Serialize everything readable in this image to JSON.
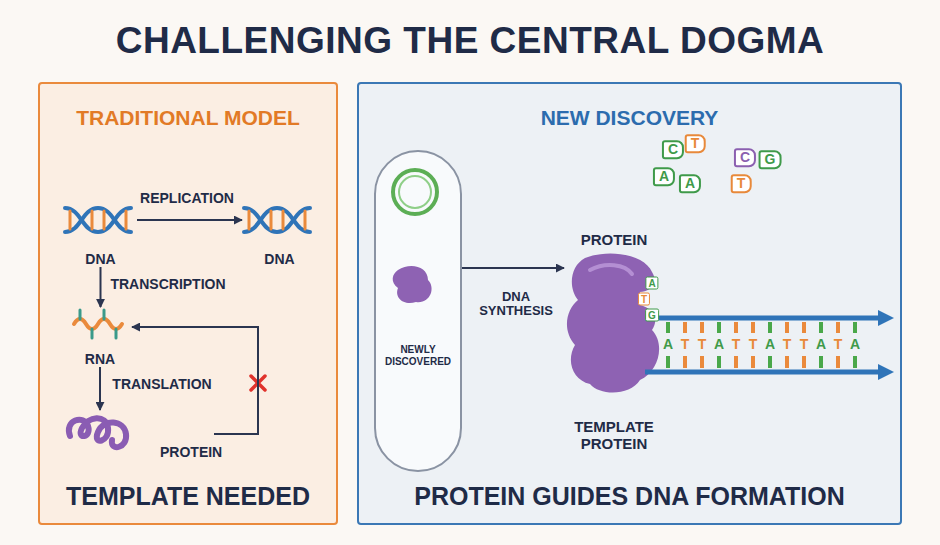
{
  "diagram": {
    "title": "CHALLENGING THE CENTRAL DOGMA",
    "nodes": [
      {
        "text": [
          "TRADITIONAL MODEL",
          "TEMPLATE NEEDED"
        ]
      },
      {
        "text": [
          "DNA"
        ],
        "in": 0
      },
      {
        "text": [
          "DNA"
        ],
        "in": 0
      },
      {
        "text": [
          "RNA"
        ],
        "in": 0
      },
      {
        "text": [
          "PROTEIN"
        ],
        "in": 0
      },
      {
        "text": [
          "NEW DISCOVERY",
          "PROTEIN GUIDES DNA FORMATION"
        ]
      },
      {
        "text": [
          "NEWLY DISCOVERED"
        ],
        "in": 5
      },
      {
        "text": [
          "PROTEIN",
          "TEMPLATE PROTEIN"
        ],
        "in": 5
      }
    ],
    "edges": [
      {
        "from": 1,
        "to": 2,
        "label": "REPLICATION",
        "arrow": "to"
      },
      {
        "from": 1,
        "to": 3,
        "label": "TRANSCRIPTION",
        "arrow": "to"
      },
      {
        "from": 3,
        "to": 4,
        "label": "TRANSLATION",
        "arrow": "to"
      },
      {
        "from": 4,
        "to": 3,
        "arrow": "to"
      },
      {
        "from": 6,
        "to": 7,
        "label": "DNA SYNTHESIS",
        "arrow": "to"
      }
    ],
    "labels": [
      "C",
      "T",
      "C",
      "G",
      "A",
      "A",
      "T",
      "A",
      "T",
      "G",
      "A",
      "T",
      "T",
      "A",
      "T",
      "T",
      "A",
      "T",
      "T",
      "A",
      "T",
      "A"
    ]
  }
}
